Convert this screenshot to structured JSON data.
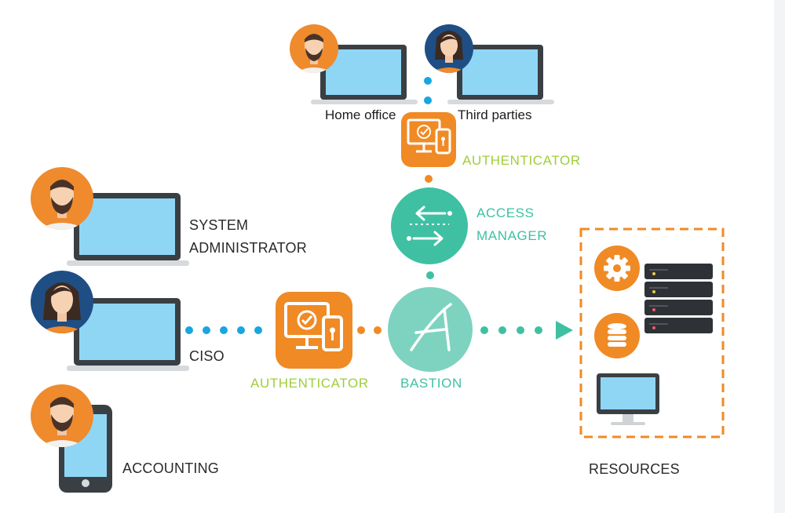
{
  "labels": {
    "home_office": "Home office",
    "third_parties": "Third parties",
    "authenticator_top": "AUTHENTICATOR",
    "access_manager_line1": "ACCESS",
    "access_manager_line2": "MANAGER",
    "system_admin_line1": "SYSTEM",
    "system_admin_line2": "ADMINISTRATOR",
    "ciso": "CISO",
    "accounting": "ACCOUNTING",
    "authenticator_mid": "AUTHENTICATOR",
    "bastion": "BASTION",
    "resources": "RESOURCES"
  },
  "colors": {
    "orange": "#f08a24",
    "teal": "#3fc0a3",
    "light_teal": "#7dd3bf",
    "blue_dot": "#19a6e0",
    "lime": "#9fcd3b",
    "screen_blue": "#8fd6f5",
    "monitor_dark": "#3a3f44",
    "server_dark": "#2e3236"
  },
  "icons": {
    "authenticator": "monitor-check-phone-lock-icon",
    "access_manager": "bidirectional-arrows-icon",
    "bastion": "bastion-logo-icon",
    "settings": "gear-icon",
    "database": "database-icon",
    "server": "server-rack-icon"
  }
}
